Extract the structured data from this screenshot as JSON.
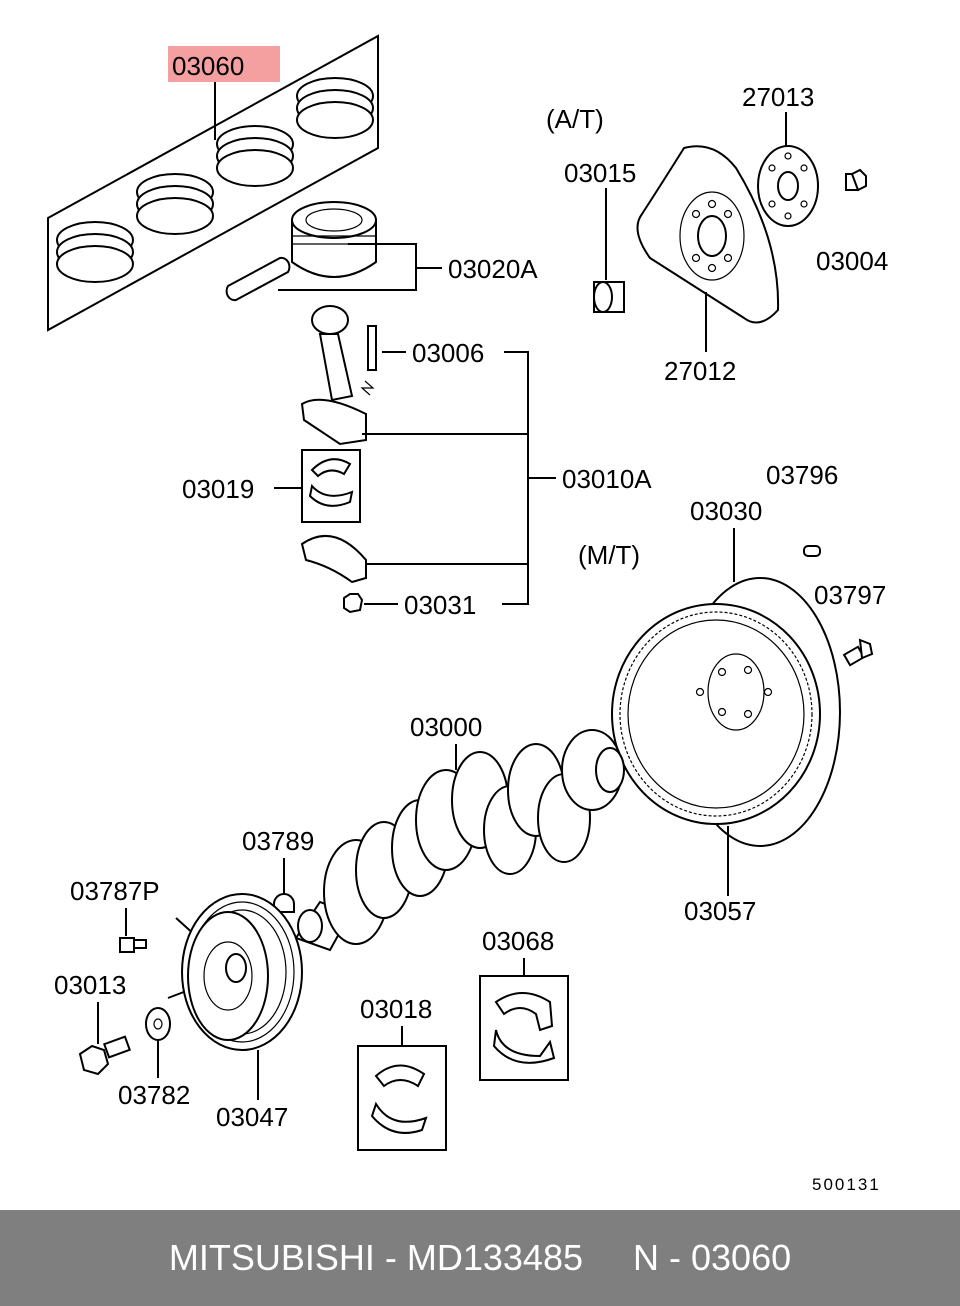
{
  "parts": {
    "p03060": "03060",
    "p03020A": "03020A",
    "p03006": "03006",
    "p03010A": "03010A",
    "p03019": "03019",
    "p03031": "03031",
    "at_label": "(A/T)",
    "p27013": "27013",
    "p03015": "03015",
    "p03004": "03004",
    "p27012": "27012",
    "p03796": "03796",
    "p03030": "03030",
    "mt_label": "(M/T)",
    "p03797": "03797",
    "p03000": "03000",
    "p03789": "03789",
    "p03787P": "03787P",
    "p03013": "03013",
    "p03782": "03782",
    "p03047": "03047",
    "p03018": "03018",
    "p03068": "03068",
    "p03057": "03057",
    "diagram_code": "500131"
  },
  "footer": {
    "text": "MITSUBISHI - MD133485     N - 03060"
  },
  "colors": {
    "highlight": "#f4a0a0",
    "footer_bg": "#7f7f7f"
  }
}
